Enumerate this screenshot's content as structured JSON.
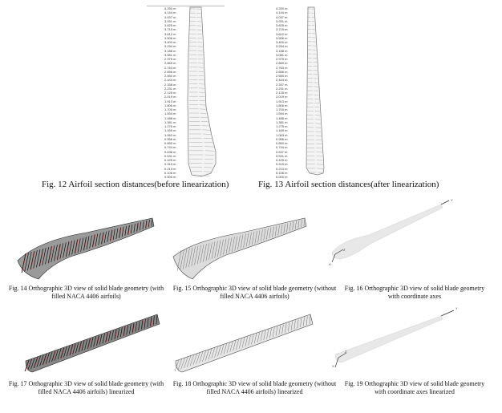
{
  "fig12": {
    "caption": "Fig. 12 Airfoil section distances(before linearization)",
    "labels": [
      "4.250 m",
      "4.144 m",
      "4.037 m",
      "3.931 m",
      "3.825 m",
      "3.719 m",
      "3.612 m",
      "3.506 m",
      "3.400 m",
      "3.294 m",
      "3.188 m",
      "3.081 m",
      "2.975 m",
      "2.869 m",
      "2.763 m",
      "2.656 m",
      "2.550 m",
      "2.444 m",
      "2.338 m",
      "2.231 m",
      "2.125 m",
      "2.019 m",
      "1.913 m",
      "1.806 m",
      "1.700 m",
      "1.594 m",
      "1.488 m",
      "1.381 m",
      "1.275 m",
      "1.169 m",
      "1.063 m",
      "0.956 m",
      "0.850 m",
      "0.744 m",
      "0.638 m",
      "0.531 m",
      "0.425 m",
      "0.319 m",
      "0.213 m",
      "0.106 m",
      "0.000 m"
    ]
  },
  "fig13": {
    "caption": "Fig. 13 Airfoil section distances(after linearization)",
    "labels": [
      "4.250 m",
      "4.144 m",
      "4.037 m",
      "3.931 m",
      "3.825 m",
      "3.719 m",
      "3.612 m",
      "3.506 m",
      "3.400 m",
      "3.294 m",
      "3.188 m",
      "3.081 m",
      "2.975 m",
      "2.869 m",
      "2.763 m",
      "2.656 m",
      "2.550 m",
      "2.444 m",
      "2.337 m",
      "2.231 m",
      "2.125 m",
      "2.019 m",
      "1.913 m",
      "1.806 m",
      "1.700 m",
      "1.594 m",
      "1.488 m",
      "1.381 m",
      "1.275 m",
      "1.169 m",
      "1.063 m",
      "0.956 m",
      "0.850 m",
      "0.744 m",
      "0.637 m",
      "0.531 m",
      "0.425 m",
      "0.319 m",
      "0.213 m",
      "0.106 m",
      "0.000 m"
    ]
  },
  "fig14": {
    "caption": "Fig. 14 Orthographic 3D view of solid blade geometry (with filled NACA 4406 airfoils)"
  },
  "fig15": {
    "caption": "Fig. 15 Orthographic 3D view of solid blade geometry (without filled NACA 4406 airfoils)"
  },
  "fig16": {
    "caption": "Fig. 16 Orthographic 3D view of solid blade geometry with coordinate axes",
    "axes": [
      "Y",
      "Z",
      "X"
    ]
  },
  "fig17": {
    "caption": "Fig. 17 Orthographic 3D view of solid blade geometry (with filled NACA 4406 airfoils) linearized"
  },
  "fig18": {
    "caption": "Fig. 18 Orthographic 3D view of solid blade geometry (without filled NACA 4406 airfoils) linearized"
  },
  "fig19": {
    "caption": "Fig. 19 Orthographic 3D view of solid blade geometry with coordinate axes linearized",
    "axes": [
      "Y",
      "Z",
      "X"
    ]
  }
}
